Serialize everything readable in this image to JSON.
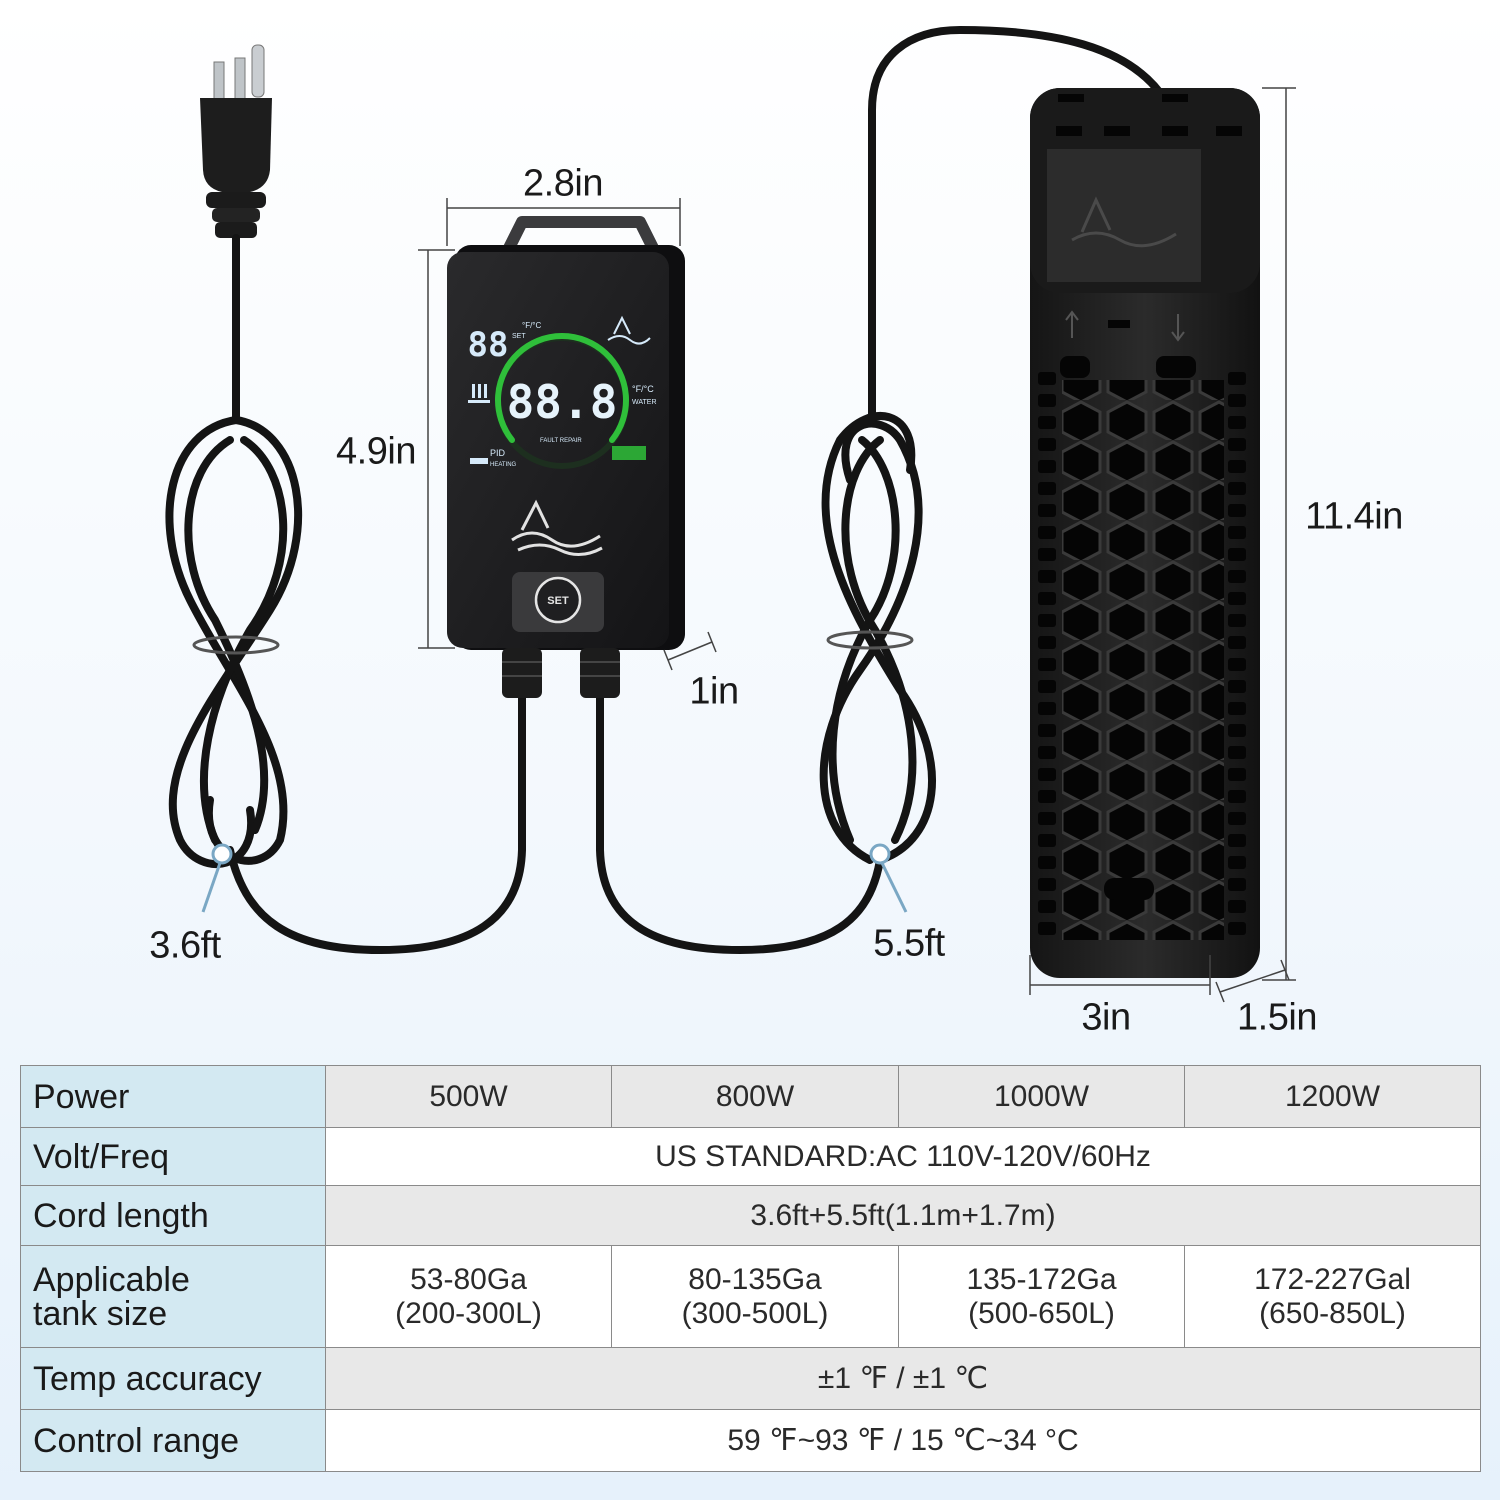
{
  "dimensions": {
    "controller_width": "2.8in",
    "controller_height": "4.9in",
    "controller_depth": "1in",
    "heater_length": "11.4in",
    "heater_width": "3in",
    "heater_depth": "1.5in",
    "cord_left": "3.6ft",
    "cord_right": "5.5ft"
  },
  "controller": {
    "set_display": "88",
    "set_units": "°F/°C",
    "set_label": "SET",
    "main_display": "88.8",
    "water_units": "°F/°C",
    "water_label": "WATER",
    "pid_label": "PID",
    "pid_sub": "HEATING",
    "fault_label": "FAULT REPAIR",
    "set_button_label": "SET"
  },
  "table": {
    "rows": [
      {
        "header": "Power",
        "cells": [
          {
            "lines": [
              "500W"
            ]
          },
          {
            "lines": [
              "800W"
            ]
          },
          {
            "lines": [
              "1000W"
            ]
          },
          {
            "lines": [
              "1200W"
            ]
          }
        ]
      },
      {
        "header": "Volt/Freq",
        "cells": [
          {
            "lines": [
              "US STANDARD:AC 110V-120V/60Hz"
            ],
            "span": 4
          }
        ]
      },
      {
        "header": "Cord length",
        "cells": [
          {
            "lines": [
              "3.6ft+5.5ft(1.1m+1.7m)"
            ],
            "span": 4
          }
        ]
      },
      {
        "header": [
          "Applicable",
          "tank size"
        ],
        "cells": [
          {
            "lines": [
              "53-80Ga",
              "(200-300L)"
            ]
          },
          {
            "lines": [
              "80-135Ga",
              "(300-500L)"
            ]
          },
          {
            "lines": [
              "135-172Ga",
              "(500-650L)"
            ]
          },
          {
            "lines": [
              "172-227Gal",
              "(650-850L)"
            ]
          }
        ]
      },
      {
        "header": "Temp accuracy",
        "cells": [
          {
            "lines": [
              "±1 ℉ / ±1 ℃"
            ],
            "span": 4
          }
        ]
      },
      {
        "header": "Control range",
        "cells": [
          {
            "lines": [
              "59 ℉~93 ℉ / 15 ℃~34 °C"
            ],
            "span": 4
          }
        ]
      }
    ]
  },
  "colors": {
    "header_bg": "#d3e9f2",
    "device_black": "#1c1c1e",
    "ring_green": "#2fbf3a",
    "lcd_blue": "#d6eafa"
  }
}
